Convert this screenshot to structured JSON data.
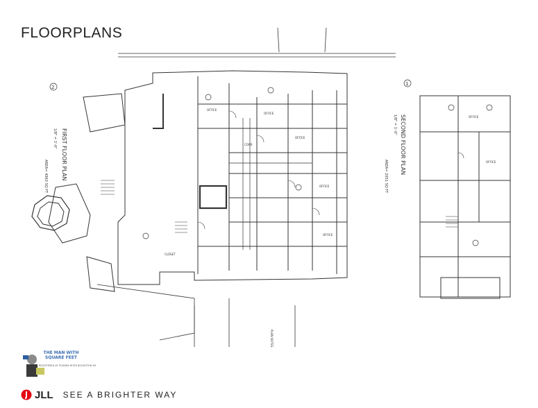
{
  "header": {
    "title": "FLOORPLANS"
  },
  "plan": {
    "first_floor_title": "FIRST FLOOR PLAN",
    "first_floor_scale": "1/8\" = 1'-0\"",
    "first_floor_area": "AREA= 4963 SQ FT",
    "first_floor_number": "2",
    "second_floor_title": "SECOND FLOOR PLAN",
    "second_floor_scale": "1/8\" = 1'-0\"",
    "second_floor_area": "AREA= 2051 SQ FT",
    "second_floor_number": "1",
    "room_label": "OFFICE",
    "corridor_label": "CORR",
    "closet_label": "CLOSET",
    "plan_note": "PLAN NOTES"
  },
  "branding": {
    "mascot_title": "THE MAN WITH SQUARE FEET",
    "mascot_sub": "REGISTERED AT POUNDS RITES BOUGHTON HS",
    "logo_text": "JLL",
    "tagline": "SEE A BRIGHTER WAY",
    "logo_color": "#e30613"
  }
}
